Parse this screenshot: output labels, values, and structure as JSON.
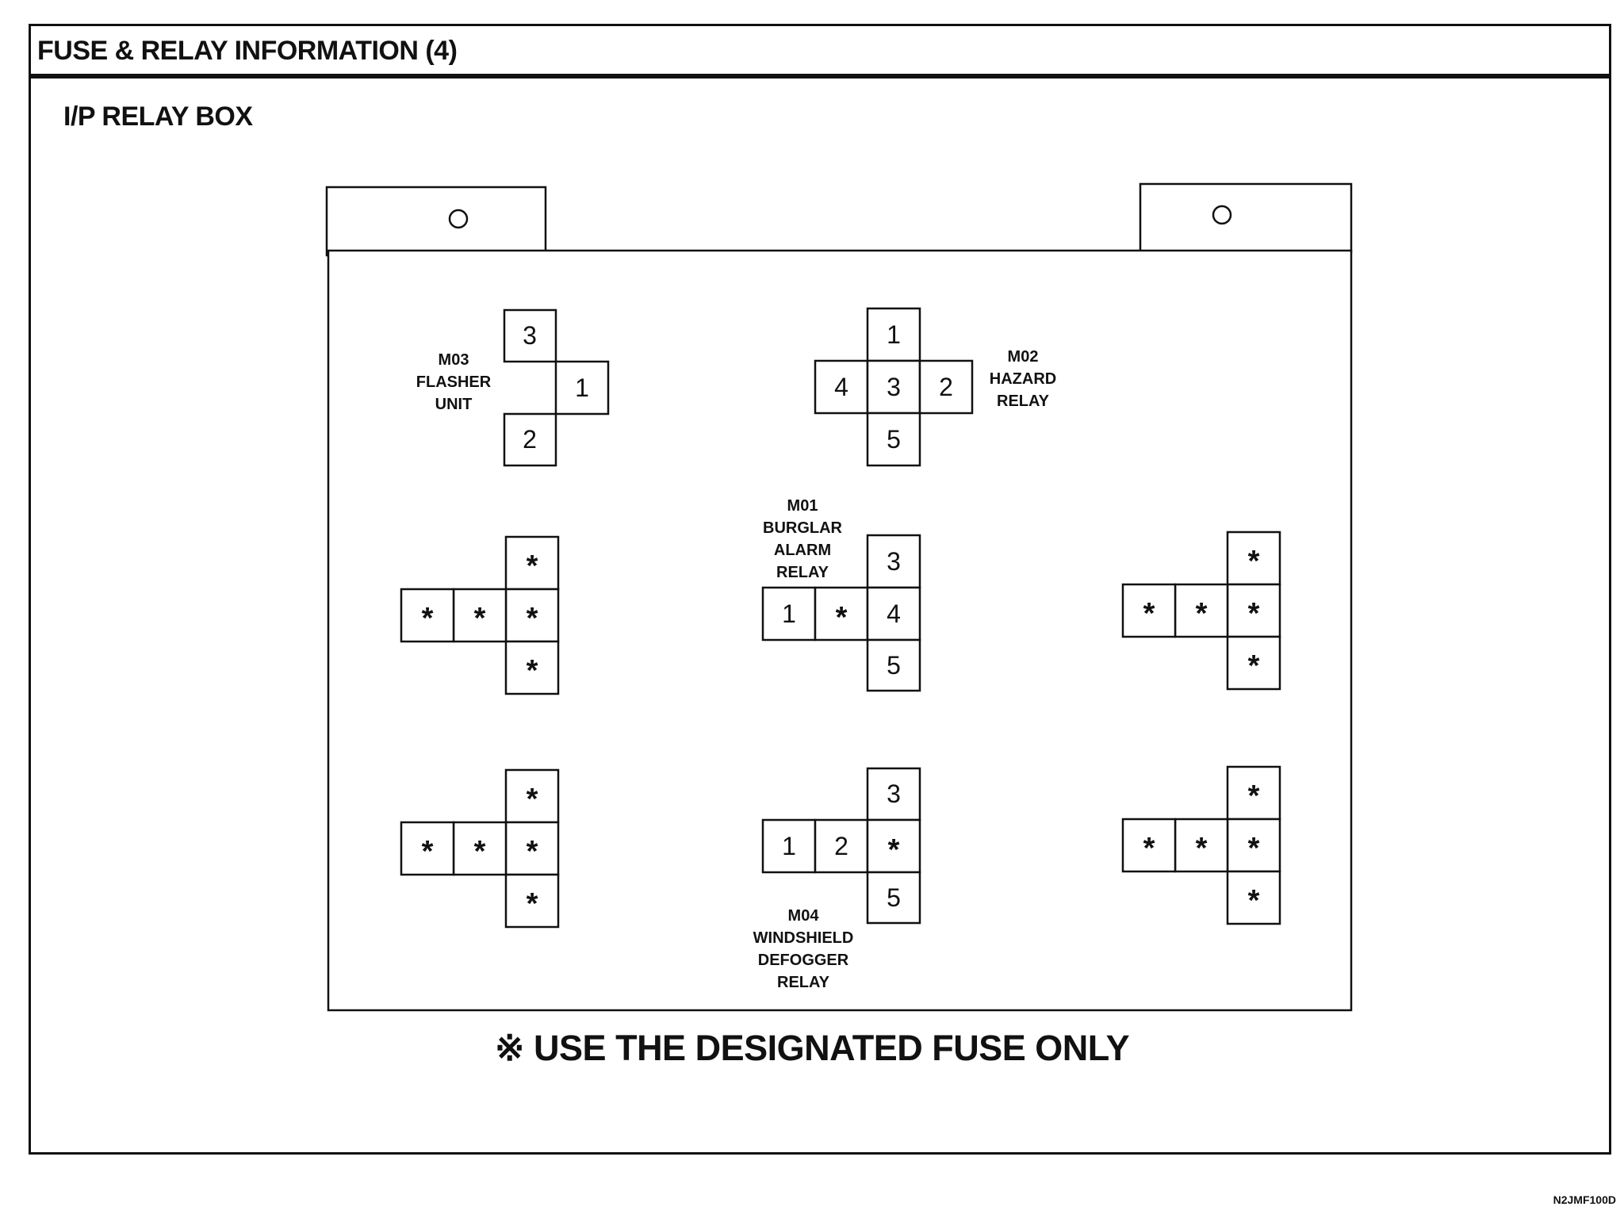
{
  "header": {
    "title": "FUSE & RELAY INFORMATION (4)"
  },
  "section": {
    "title": "I/P RELAY BOX"
  },
  "relays": {
    "m03": {
      "code": "M03",
      "name_lines": [
        "FLASHER",
        "UNIT"
      ],
      "terminals": [
        "3",
        "1",
        "2"
      ]
    },
    "m02": {
      "code": "M02",
      "name_lines": [
        "HAZARD",
        "RELAY"
      ],
      "terminals": [
        "1",
        "4",
        "3",
        "2",
        "5"
      ]
    },
    "m01": {
      "code": "M01",
      "name_lines": [
        "BURGLAR",
        "ALARM",
        "RELAY"
      ],
      "terminals": [
        "3",
        "1",
        "*",
        "4",
        "5"
      ]
    },
    "m04": {
      "code": "M04",
      "name_lines": [
        "WINDSHIELD",
        "DEFOGGER",
        "RELAY"
      ],
      "terminals": [
        "3",
        "1",
        "2",
        "*",
        "5"
      ]
    }
  },
  "spare_slot_mark": "*",
  "note": {
    "symbol": "※",
    "text": "USE THE DESIGNATED FUSE ONLY"
  },
  "image_code": "N2JMF100D"
}
